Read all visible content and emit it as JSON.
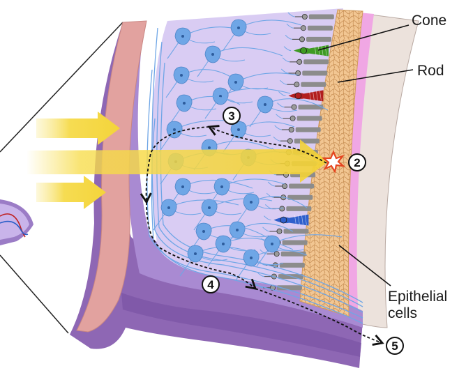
{
  "labels": {
    "cone": "Cone",
    "rod": "Rod",
    "epithelial_line1": "Epithelial",
    "epithelial_line2": "cells"
  },
  "step_markers": [
    "2",
    "3",
    "4",
    "5"
  ],
  "colors": {
    "light_arrow": "#f7dc4a",
    "sclera": "#e2a29f",
    "choroid": "#8e67b4",
    "retina_bg": "#d9ccf3",
    "neuron": "#6fa6e6",
    "photoreceptor": "#8c8c8c",
    "cone_green": "#3f9a24",
    "cone_red": "#b21e1e",
    "cone_blue": "#2f5fcc",
    "epithelium": "#f2c692",
    "pink_layer": "#f0a7e4",
    "outer_layer": "#ece2dc",
    "spark": "#e5451f"
  }
}
